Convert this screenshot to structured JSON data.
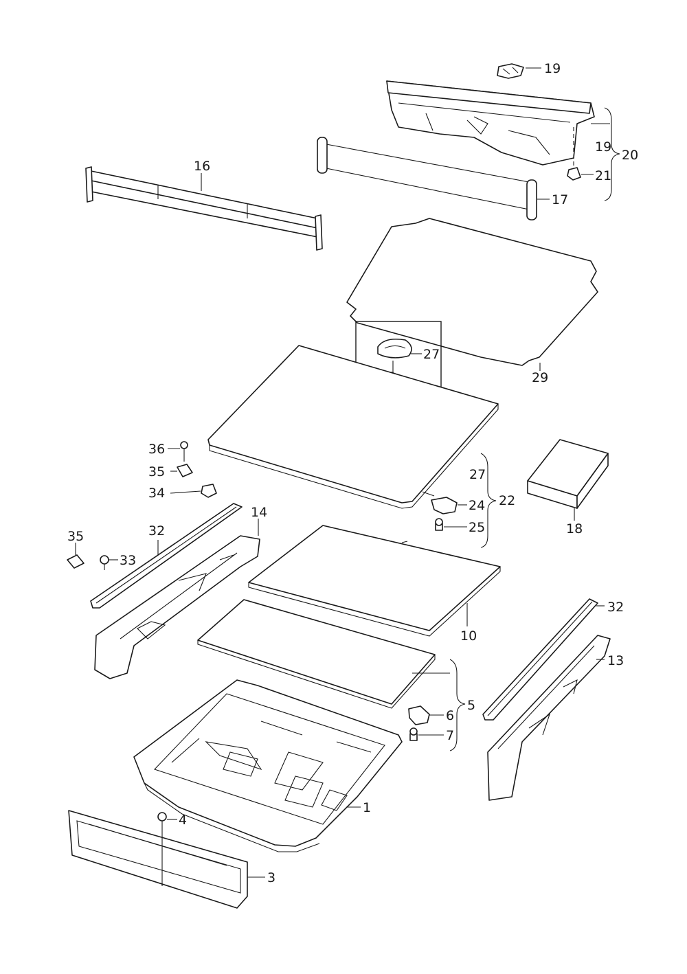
{
  "callouts": {
    "n1": "1",
    "n3": "3",
    "n4": "4",
    "n5": "5",
    "n6": "6",
    "n7": "7",
    "n10": "10",
    "n13": "13",
    "n14": "14",
    "n16": "16",
    "n17": "17",
    "n18": "18",
    "n19_top": "19",
    "n19_bracket": "19",
    "n20": "20",
    "n21": "21",
    "n22": "22",
    "n24": "24",
    "n25": "25",
    "n27_box": "27",
    "n27_bracket": "27",
    "n29": "29",
    "n32_left": "32",
    "n32_right": "32",
    "n33": "33",
    "n34": "34",
    "n35_top": "35",
    "n35_left": "35",
    "n36": "36"
  }
}
